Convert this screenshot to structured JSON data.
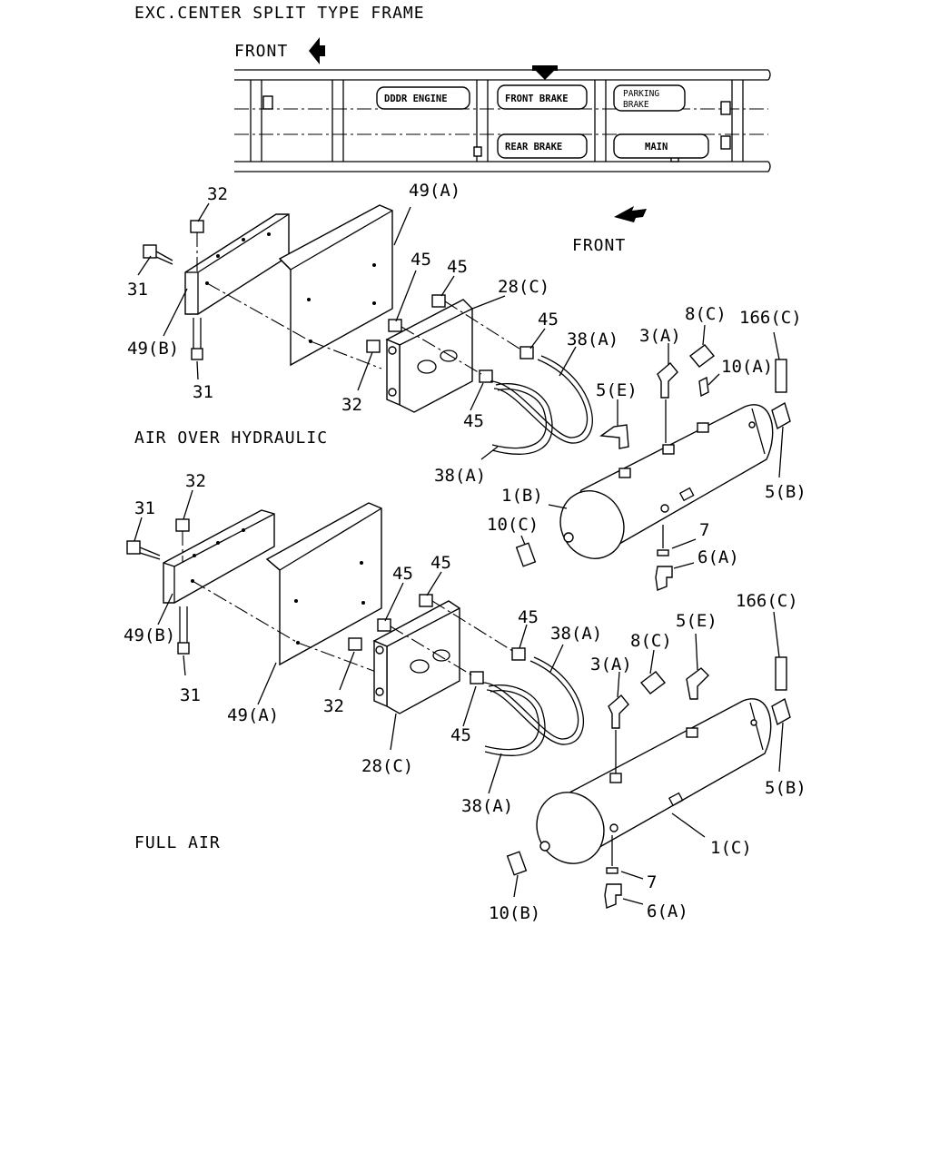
{
  "headings": {
    "frame_title": "EXC.CENTER SPLIT TYPE FRAME",
    "front_top": "FRONT",
    "front_mid": "FRONT",
    "section_1": "AIR OVER HYDRAULIC",
    "section_2": "FULL AIR"
  },
  "tanks": {
    "dddr_engine": "DDDR ENGINE",
    "front_brake": "FRONT BRAKE",
    "rear_brake": "REAR BRAKE",
    "parking_brake_1": "PARKING",
    "parking_brake_2": "BRAKE",
    "main": "MAIN"
  },
  "callouts_1": {
    "c32a": "32",
    "c49a": "49(A)",
    "c31a": "31",
    "c49b": "49(B)",
    "c31b": "31",
    "c45a": "45",
    "c45b": "45",
    "c28c": "28(C)",
    "c45c": "45",
    "c38a": "38(A)",
    "c32b": "32",
    "c45d": "45",
    "c38b": "38(A)",
    "c3a": "3(A)",
    "c8c": "8(C)",
    "c166c": "166(C)",
    "c10a": "10(A)",
    "c5e": "5(E)",
    "c5b": "5(B)",
    "c1b": "1(B)",
    "c10c": "10(C)",
    "c7": "7",
    "c6a": "6(A)"
  },
  "callouts_2": {
    "c32a": "32",
    "c31a": "31",
    "c49b": "49(B)",
    "c31b": "31",
    "c49a": "49(A)",
    "c32b": "32",
    "c45a": "45",
    "c45b": "45",
    "c45c": "45",
    "c38a": "38(A)",
    "c45d": "45",
    "c28c": "28(C)",
    "c38b": "38(A)",
    "c3a": "3(A)",
    "c8c": "8(C)",
    "c5e": "5(E)",
    "c166c": "166(C)",
    "c5b": "5(B)",
    "c1c": "1(C)",
    "c10b": "10(B)",
    "c7": "7",
    "c6a": "6(A)"
  }
}
